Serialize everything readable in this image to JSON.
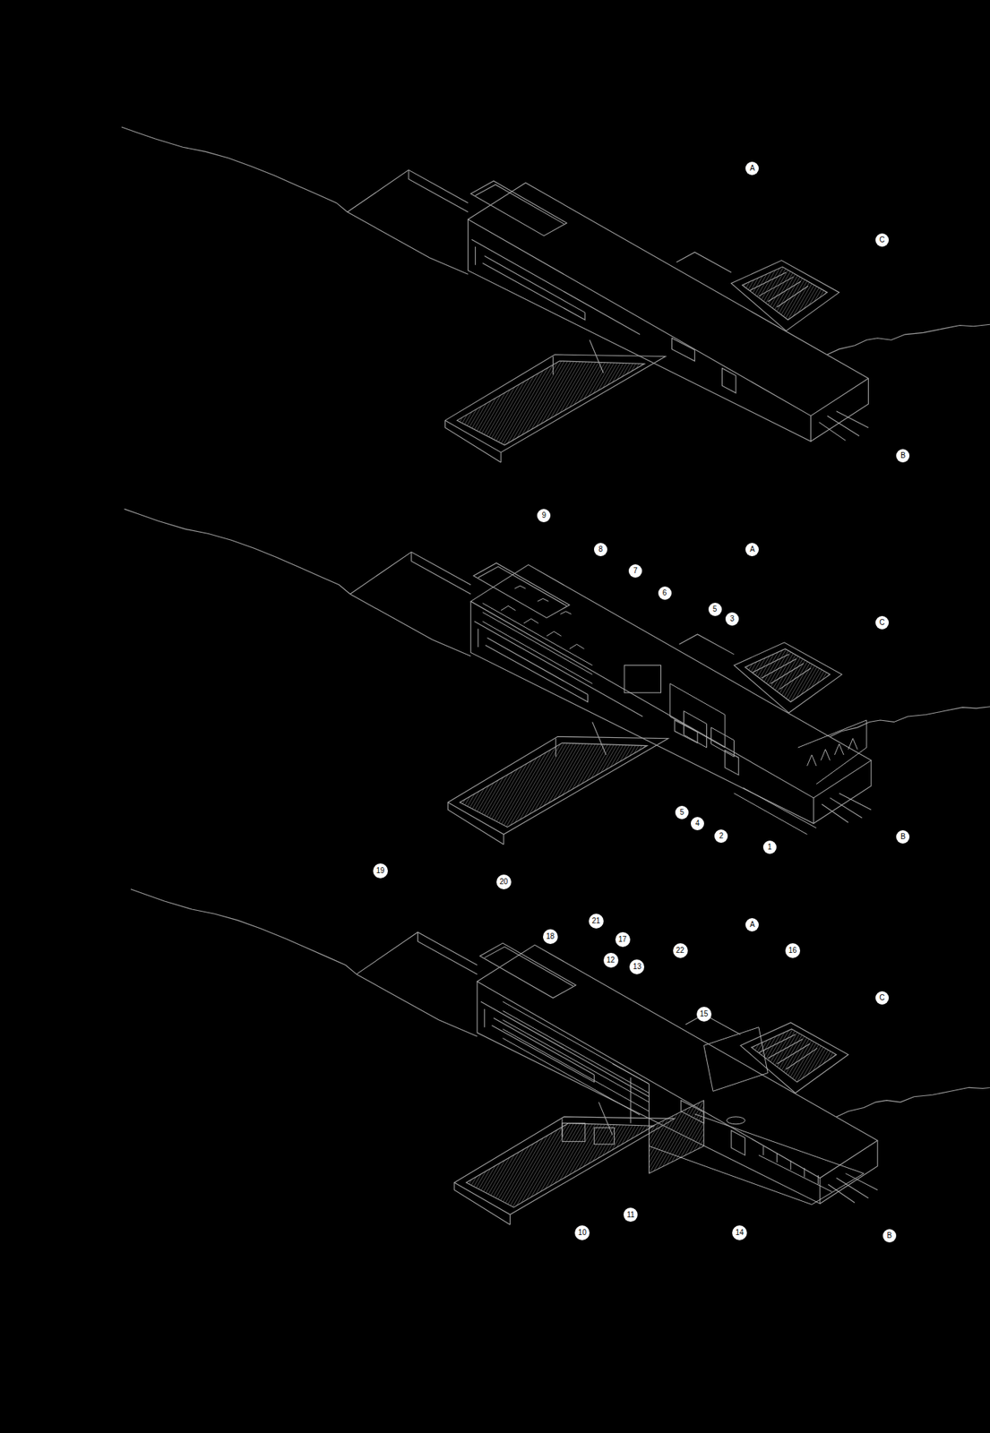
{
  "diagram": {
    "labels": [
      "A",
      "C",
      "B",
      "9",
      "8",
      "A",
      "7",
      "6",
      "5",
      "3",
      "C",
      "5",
      "4",
      "2",
      "1",
      "B",
      "19",
      "20",
      "21",
      "A",
      "18",
      "17",
      "22",
      "16",
      "12",
      "13",
      "15",
      "C",
      "11",
      "10",
      "14",
      "B"
    ]
  }
}
